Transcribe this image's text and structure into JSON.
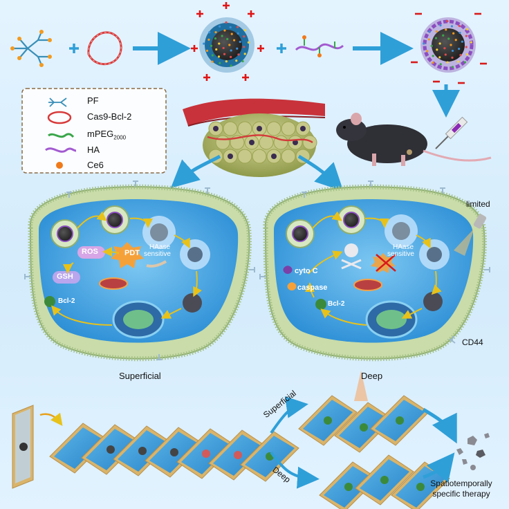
{
  "legend": {
    "items": [
      {
        "icon": "pf-dendrimer-icon",
        "label": "PF"
      },
      {
        "icon": "plasmid-loop-icon",
        "label": "Cas9-Bcl-2"
      },
      {
        "icon": "mpeg-chain-icon",
        "label": "mPEG",
        "sub": "2000"
      },
      {
        "icon": "ha-chain-icon",
        "label": "HA"
      },
      {
        "icon": "ce6-dot-icon",
        "label": "Ce6"
      }
    ]
  },
  "cells": {
    "superficial": {
      "caption": "Superficial",
      "haase": "HAase",
      "sensitive": "sensitive",
      "ros": "ROS",
      "pdt": "PDT",
      "gsh": "GSH",
      "bcl2": "Bcl-2"
    },
    "deep": {
      "caption": "Deep",
      "haase": "HAase",
      "sensitive": "sensitive",
      "cytoc": "cyto C",
      "caspase": "caspase",
      "bcl2": "Bcl-2",
      "limited": "limited",
      "receptor": "CD44"
    }
  },
  "bottom": {
    "branch_top": "Superficial",
    "branch_bottom": "Deep",
    "outcome": [
      "Spatiotemporally",
      "specific therapy"
    ]
  },
  "colors": {
    "arrow": "#2f9fd8",
    "plus": "#e01515",
    "minus": "#d81a1a",
    "cytoplasm": "#3c9ee0",
    "membrane": "#9fbf84",
    "ros": "#d7a6e6",
    "gsh": "#b9a6ee",
    "pdt": "#f5a13a"
  }
}
